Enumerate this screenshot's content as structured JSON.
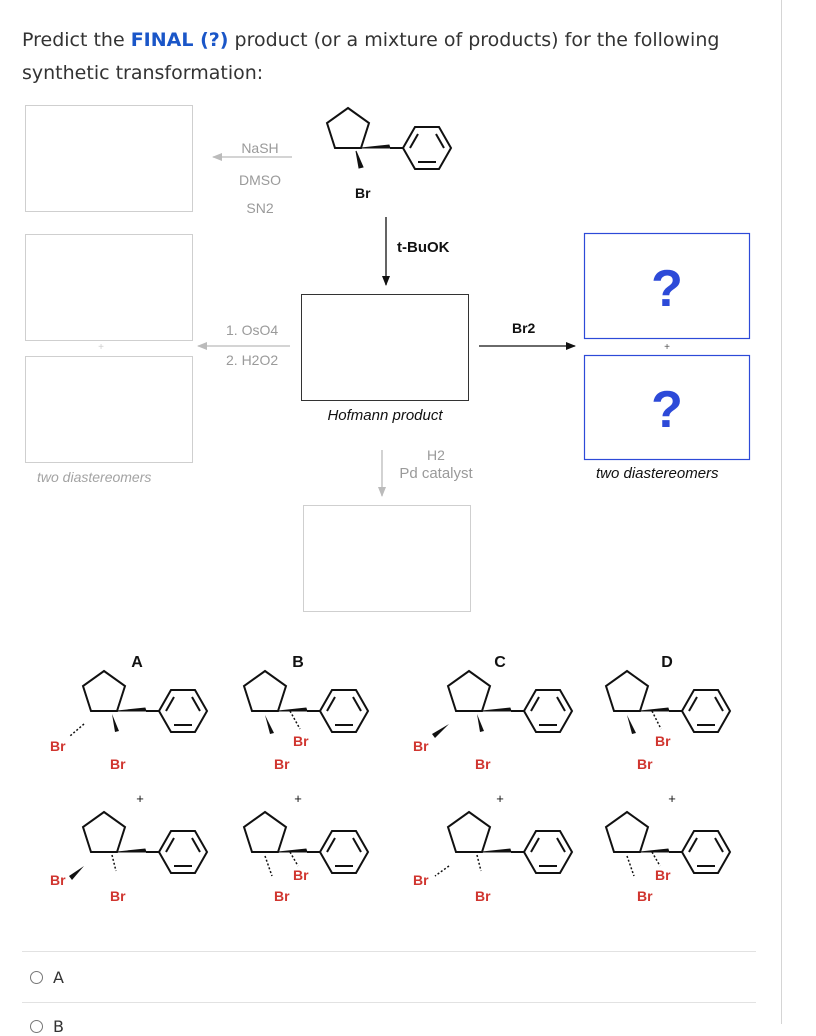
{
  "question": {
    "prefix": "Predict the ",
    "emphasis": "FINAL (?)",
    "suffix": " product (or a mixture of products) for the following synthetic transformation:"
  },
  "scheme": {
    "nash_step": [
      "NaSH",
      "DMSO",
      "SN2"
    ],
    "substrate_label": "Br",
    "base_label": "t-BuOK",
    "hofmann_label": "Hofmann product",
    "oso4_step": [
      "1. OsO4",
      "2. H2O2"
    ],
    "left_plus": "+",
    "left_caption": "two diastereomers",
    "br2_label": "Br2",
    "unknown_mark": "?",
    "right_plus": "+",
    "right_caption": "two diastereomers",
    "h2_label": "H2",
    "pd_label": "Pd catalyst"
  },
  "answer_choices": [
    {
      "letter": "A",
      "plus": "+",
      "br_labels": [
        "Br",
        "Br",
        "Br",
        "Br"
      ]
    },
    {
      "letter": "B",
      "plus": "+",
      "br_labels": [
        "Br",
        "Br",
        "Br",
        "Br"
      ]
    },
    {
      "letter": "C",
      "plus": "+",
      "br_labels": [
        "Br",
        "Br",
        "Br",
        "Br"
      ]
    },
    {
      "letter": "D",
      "plus": "+",
      "br_labels": [
        "Br",
        "Br",
        "Br",
        "Br"
      ]
    }
  ],
  "options": [
    {
      "label": "A"
    },
    {
      "label": "B"
    }
  ],
  "colors": {
    "question_blue": "#1a56c8",
    "bromine_red": "#d0352f",
    "unknown_box_blue": "#2d4ad8"
  }
}
